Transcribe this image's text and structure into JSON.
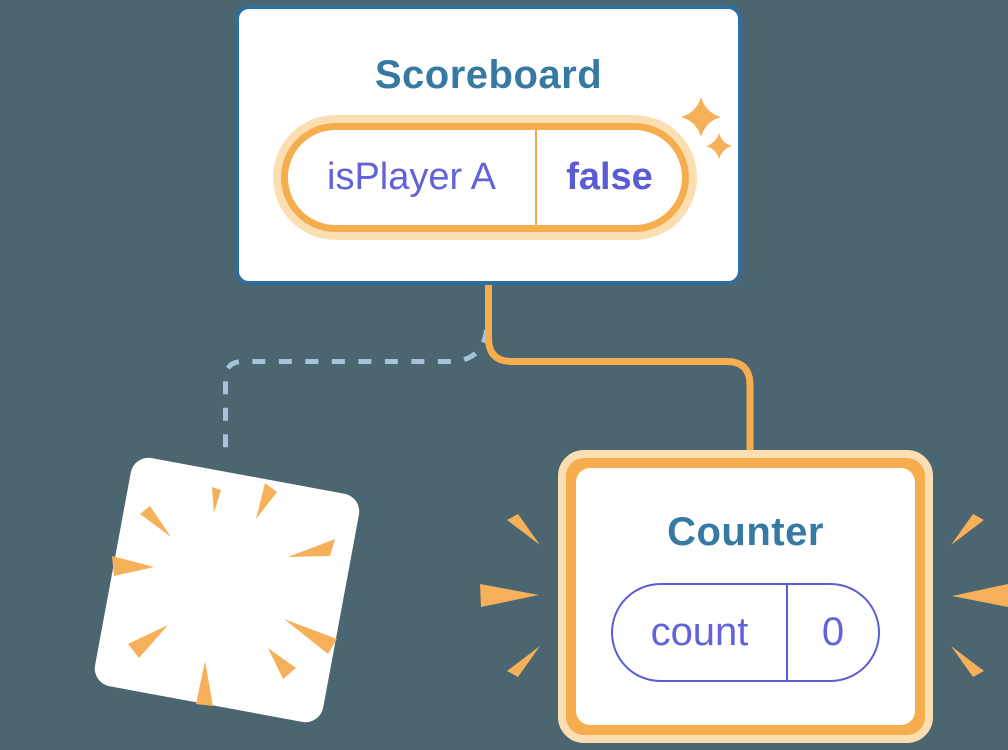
{
  "colors": {
    "background": "#4B6670",
    "card_fill": "#FFFFFF",
    "scoreboard_border": "#2F6F9E",
    "heading": "#3679A3",
    "state_text": "#6262DB",
    "state_value_text": "#5B5BD6",
    "pill_border_purple": "#5C5CD6",
    "orange": "#F5AD4E",
    "orange_halo": "#FBDFB2",
    "orange_divider": "#F2A64D",
    "dashed_line": "#A6C3DA"
  },
  "scoreboard": {
    "title": "Scoreboard",
    "state": {
      "name": "isPlayer A",
      "value": "false"
    },
    "decoration": "sparkles-icon"
  },
  "counter": {
    "title": "Counter",
    "state": {
      "name": "count",
      "value": "0"
    },
    "decoration": "emphasis-marks-icon"
  },
  "destroyed_component": {
    "decoration": "burst-rays-icon"
  },
  "connections": [
    {
      "from": "Scoreboard",
      "to": "destroyed-card",
      "style": "dashed"
    },
    {
      "from": "Scoreboard",
      "to": "Counter",
      "style": "solid"
    }
  ]
}
